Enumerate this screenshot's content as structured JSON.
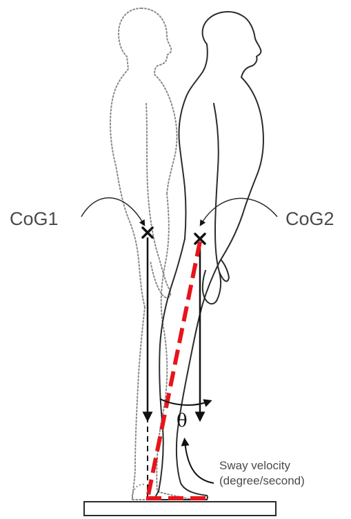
{
  "labels": {
    "cog1": "CoG1",
    "cog2": "CoG2",
    "theta": "θ",
    "sway_line1": "Sway velocity",
    "sway_line2": "(degree/second)"
  },
  "colors": {
    "outline": "#2a2a2a",
    "dotted_outline": "#8a8a8a",
    "red_line": "#e8141b",
    "arrow": "#111111",
    "text": "#4a4a4a",
    "platform_fill": "#ffffff"
  },
  "figures": [
    {
      "name": "figure-dotted-outline",
      "style": "dotted"
    },
    {
      "name": "figure-solid-outline",
      "style": "solid"
    }
  ]
}
